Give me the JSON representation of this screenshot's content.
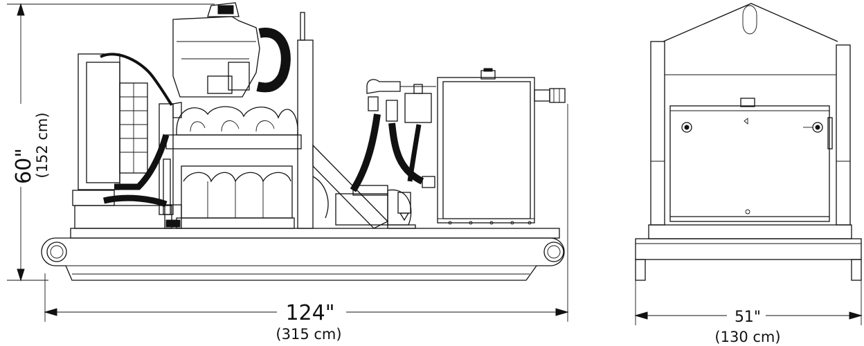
{
  "dimensions": {
    "height": {
      "imperial": "60\"",
      "metric": "(152 cm)"
    },
    "length": {
      "imperial": "124\"",
      "metric": "(315 cm)"
    },
    "width": {
      "imperial": "51\"",
      "metric": "(130 cm)"
    }
  },
  "views": [
    "side-view",
    "end-view"
  ],
  "colors": {
    "line": "#111111",
    "background": "#ffffff"
  }
}
